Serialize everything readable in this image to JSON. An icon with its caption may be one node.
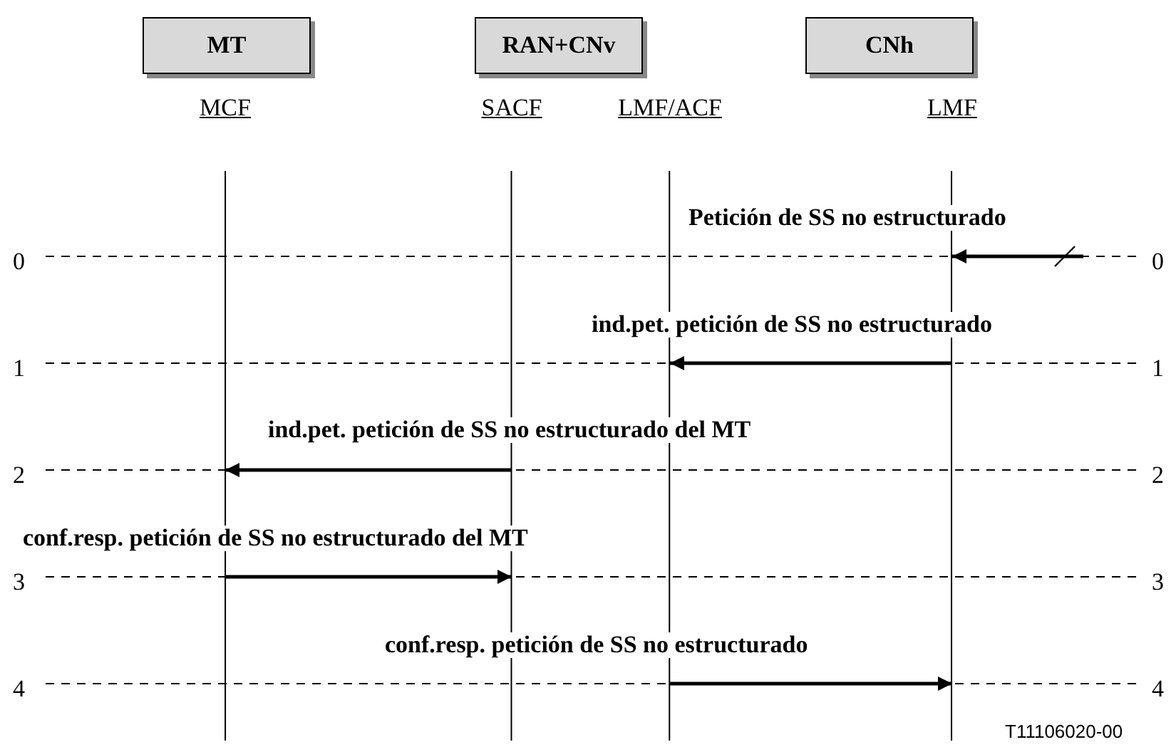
{
  "diagram": {
    "nodes": [
      {
        "text": [
          "MT"
        ]
      },
      {
        "text": [
          "RAN+CNv"
        ]
      },
      {
        "text": [
          "CNh"
        ]
      },
      {
        "text": [
          "MCF"
        ]
      },
      {
        "text": [
          "SACF"
        ]
      },
      {
        "text": [
          "LMF/ACF"
        ]
      },
      {
        "text": [
          "LMF"
        ]
      }
    ],
    "edges": [
      {
        "from": null,
        "to": 6,
        "arrow": "to",
        "label": "Petición de SS no estructurado"
      },
      {
        "from": 6,
        "to": 5,
        "arrow": "to",
        "label": "ind.pet. petición de SS no estructurado"
      },
      {
        "from": 4,
        "to": 3,
        "arrow": "to",
        "label": "ind.pet. petición de SS no estructurado del MT"
      },
      {
        "from": 3,
        "to": 4,
        "arrow": "to",
        "label": "conf.resp. petición de SS no estructurado del MT"
      },
      {
        "from": 5,
        "to": 6,
        "arrow": "to",
        "label": "conf.resp. petición de SS no estructurado"
      }
    ],
    "labels": [
      "0",
      "0",
      "1",
      "1",
      "2",
      "2",
      "3",
      "3",
      "4",
      "4",
      "T11106020-00"
    ]
  }
}
